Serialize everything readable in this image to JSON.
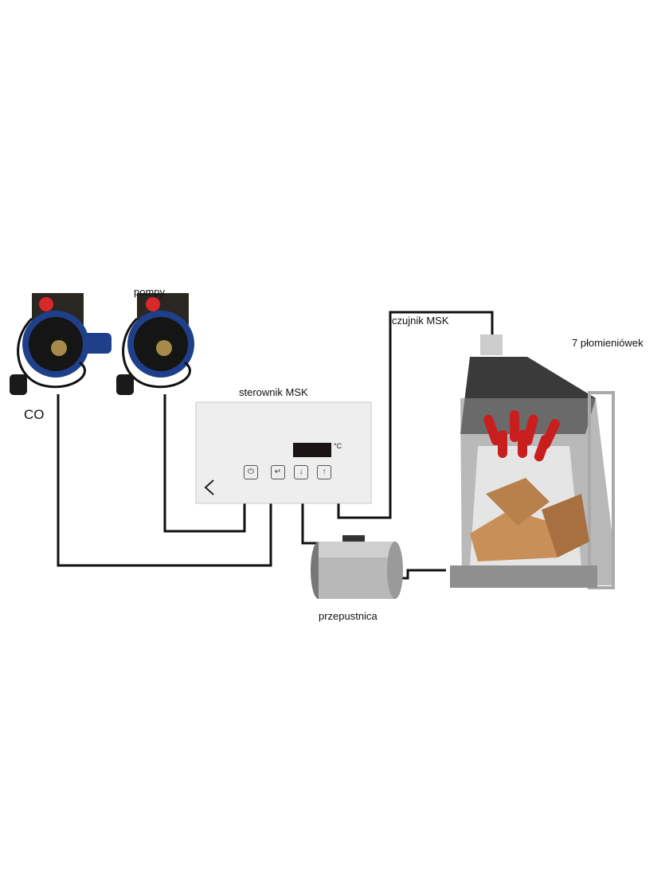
{
  "labels": {
    "pumps": "pompy",
    "co": "CO",
    "controller": "sterownik MSK",
    "sensor": "czujnik MSK",
    "flue_tubes": "7 płomieniówek",
    "damper": "przepustnica"
  },
  "controller": {
    "unit": "°C",
    "buttons": [
      "⏻",
      "↵",
      "↓",
      "↑"
    ]
  },
  "colors": {
    "pump_body": "#1f3f8a",
    "pump_knob": "#d8282a",
    "wire": "#111111",
    "flue_tube": "#c81e1e",
    "controller_panel": "#eeeeee"
  }
}
